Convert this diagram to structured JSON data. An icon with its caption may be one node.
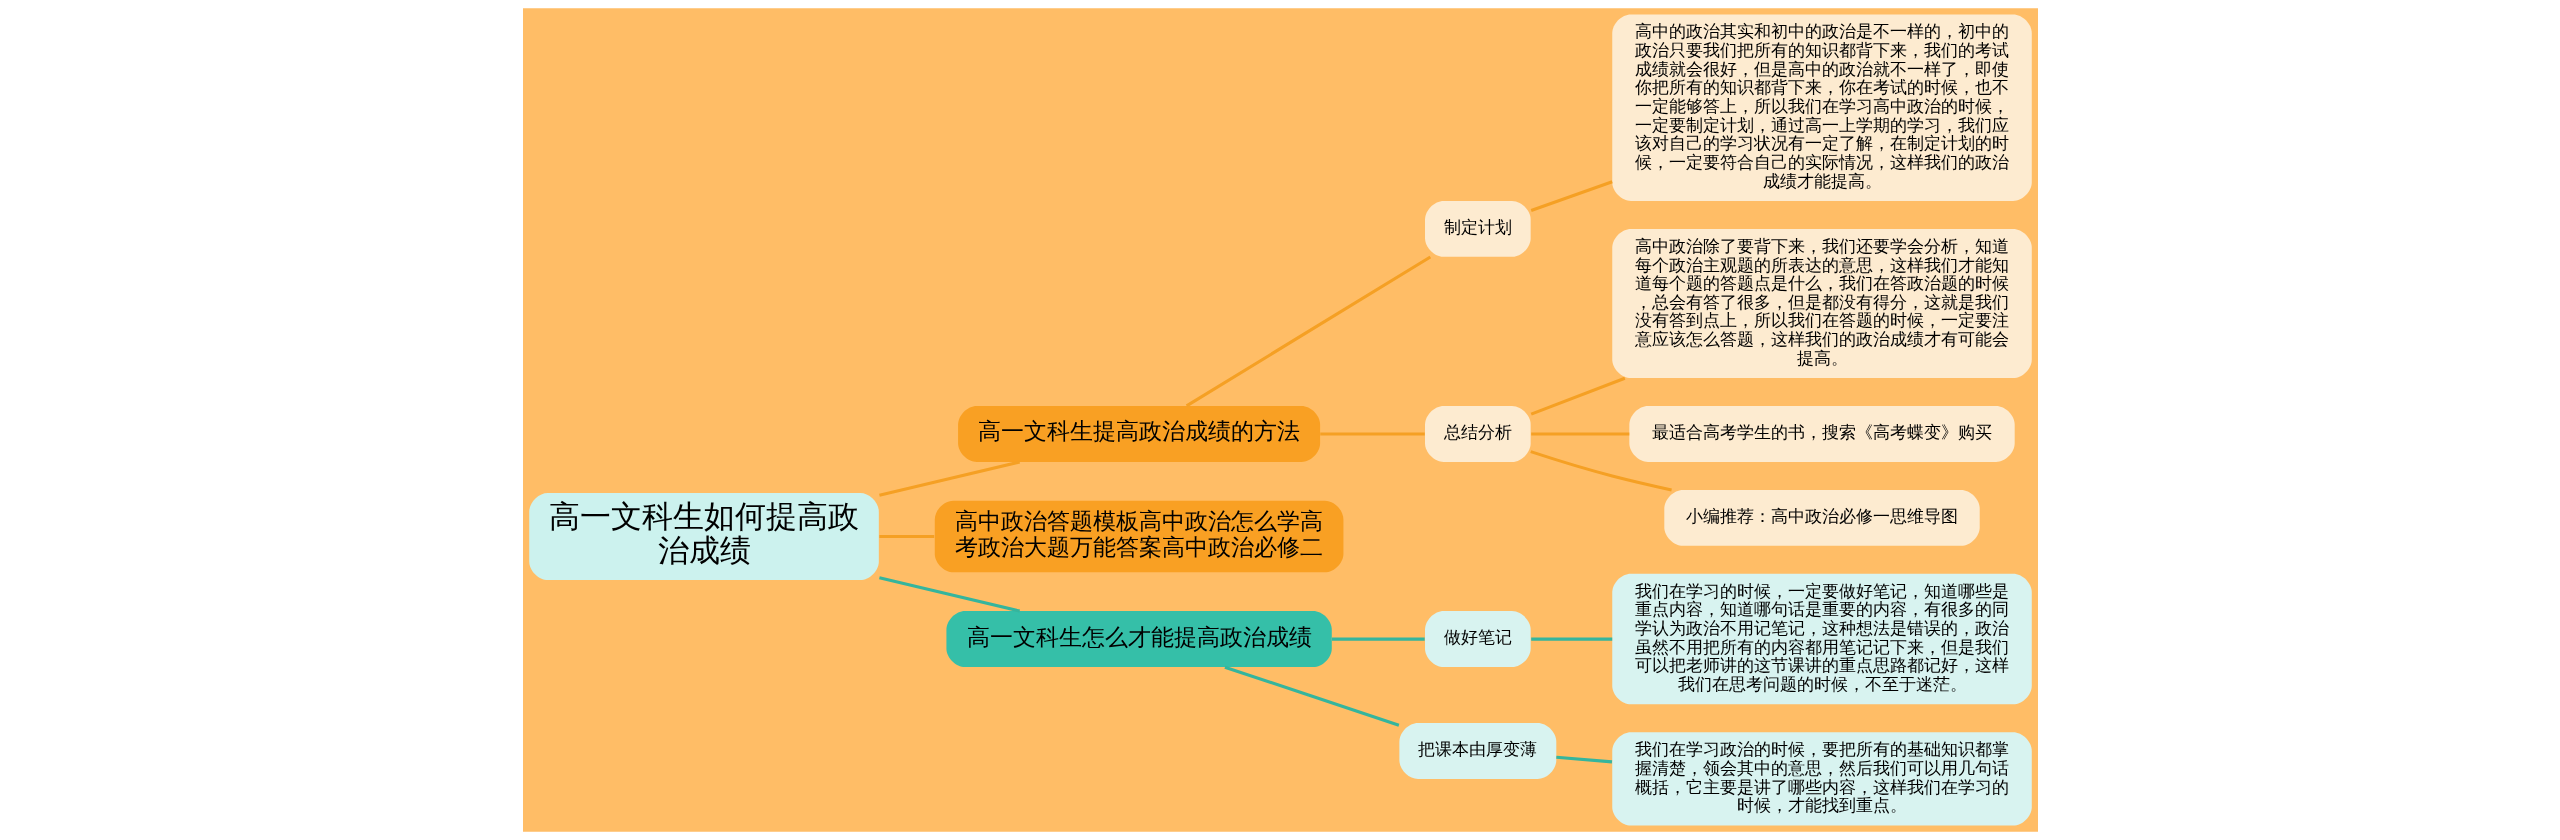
{
  "diagram": {
    "nodes": [
      {
        "text": [
          "高一文科生如何提高政治成绩"
        ]
      },
      {
        "text": [
          "高一文科生提高政治成绩的方法"
        ]
      },
      {
        "text": [
          "制定计划"
        ]
      },
      {
        "text": [
          "高中的政治其实和初中的政治是不一样的，初中的政治只要我们把所有的知识都背下来，我们的考试成绩就会很好，但是高中的政治就不一样了，即使你把所有的知识都背下来，你在考试的时候，也不一定能够答上，所以我们在学习高中政治的时候，一定要制定计划，通过高一上学期的学习，我们应该对自己的学习状况有一定了解，在制定计划的时候，一定要符合自己的实际情况，这样我们的政治成绩才能提高。"
        ]
      },
      {
        "text": [
          "总结分析"
        ]
      },
      {
        "text": [
          "高中政治除了要背下来，我们还要学会分析，知道每个政治主观题的所表达的意思，这样我们才能知道每个题的答题点是什么，我们在答政治题的时候，总会有答了很多，但是都没有得分，这就是我们没有答到点上，所以我们在答题的时候，一定要注意应该怎么答题，这样我们的政治成绩才有可能会提高。"
        ]
      },
      {
        "text": [
          "最适合高考学生的书，搜索《高考蝶变》购买"
        ]
      },
      {
        "text": [
          "小编推荐：高中政治必修一思维导图"
        ]
      },
      {
        "text": [
          "高中政治答题模板高中政治怎么学高考政治大题万能答案高中政治必修二"
        ]
      },
      {
        "text": [
          "高一文科生怎么才能提高政治成绩"
        ]
      },
      {
        "text": [
          "做好笔记"
        ]
      },
      {
        "text": [
          "我们在学习的时候，一定要做好笔记，知道哪些是重点内容，知道哪句话是重要的内容，有很多的同学认为政治不用记笔记，这种想法是错误的，政治虽然不用把所有的内容都用笔记记下来，但是我们可以把老师讲的这节课讲的重点思路都记好，这样我们在思考问题的时候，不至于迷茫。"
        ]
      },
      {
        "text": [
          "把课本由厚变薄"
        ]
      },
      {
        "text": [
          "我们在学习政治的时候，要把所有的基础知识都掌握清楚，领会其中的意思，然后我们可以用几句话概括，它主要是讲了哪些内容，这样我们在学习的时候，才能找到重点。"
        ]
      }
    ],
    "edges": [
      {
        "from": 0,
        "to": 1,
        "arrow": "none"
      },
      {
        "from": 1,
        "to": 2,
        "arrow": "none"
      },
      {
        "from": 2,
        "to": 3,
        "arrow": "none"
      },
      {
        "from": 1,
        "to": 4,
        "arrow": "none"
      },
      {
        "from": 4,
        "to": 5,
        "arrow": "none"
      },
      {
        "from": 4,
        "to": 6,
        "arrow": "none"
      },
      {
        "from": 4,
        "to": 7,
        "arrow": "none"
      },
      {
        "from": 0,
        "to": 8,
        "arrow": "none"
      },
      {
        "from": 0,
        "to": 9,
        "arrow": "none",
        "color": "#35b59d"
      },
      {
        "from": 9,
        "to": 10,
        "arrow": "none",
        "color": "#35b59d"
      },
      {
        "from": 10,
        "to": 11,
        "arrow": "none",
        "color": "#35b59d"
      },
      {
        "from": 9,
        "to": 12,
        "arrow": "none",
        "color": "#35b59d"
      },
      {
        "from": 12,
        "to": 13,
        "arrow": "none",
        "color": "#35b59d"
      }
    ]
  }
}
